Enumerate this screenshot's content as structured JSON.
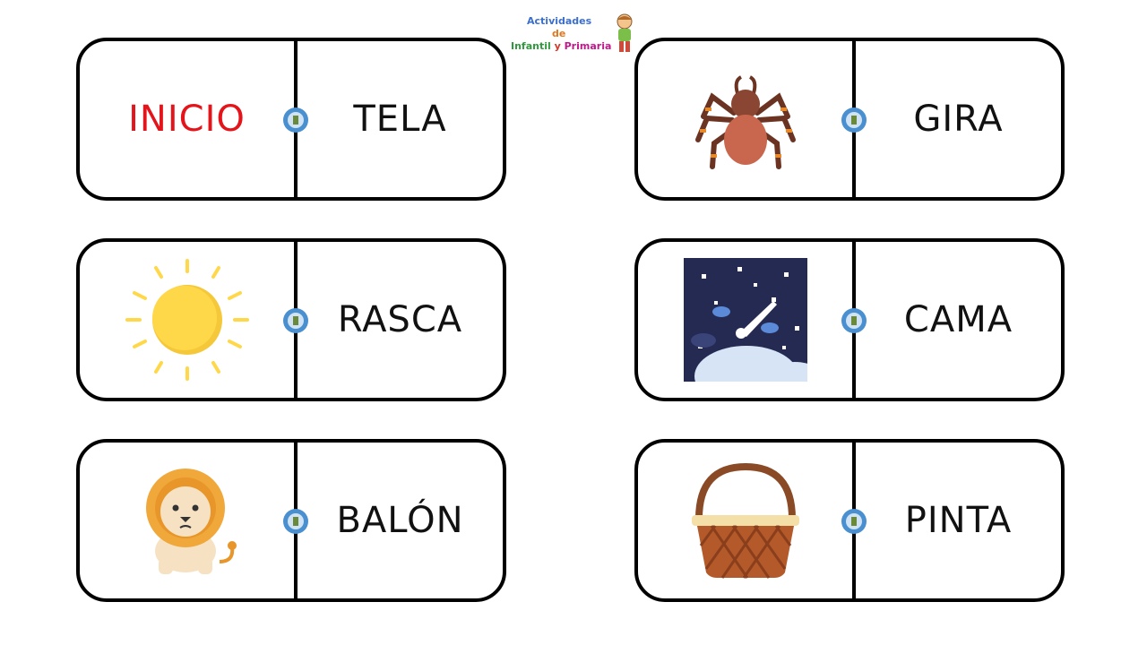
{
  "logo": {
    "line1": "Actividades",
    "line2": "de",
    "line3_a": "Infantil",
    "line3_b": "y",
    "line3_c": "Primaria"
  },
  "tiles": [
    {
      "left_text": "INICIO",
      "left_icon": "",
      "right_text": "TELA"
    },
    {
      "left_text": "",
      "left_icon": "spider-icon",
      "right_text": "GIRA"
    },
    {
      "left_text": "",
      "left_icon": "sun-icon",
      "right_text": "RASCA"
    },
    {
      "left_text": "",
      "left_icon": "night-sky-icon",
      "right_text": "CAMA"
    },
    {
      "left_text": "",
      "left_icon": "lion-icon",
      "right_text": "BALÓN"
    },
    {
      "left_text": "",
      "left_icon": "basket-icon",
      "right_text": "PINTA"
    }
  ],
  "colors": {
    "start_text": "#e4141b",
    "border": "#000000",
    "badge": "#4a8fd0"
  }
}
